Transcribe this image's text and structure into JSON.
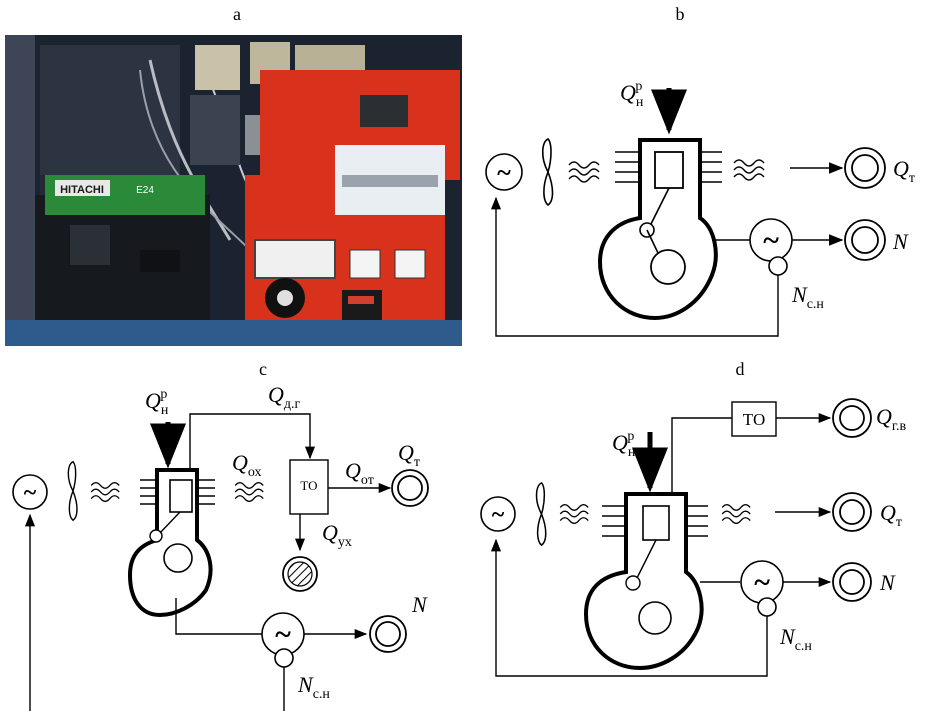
{
  "panels": {
    "a": {
      "title": "a"
    },
    "b": {
      "title": "b"
    },
    "c": {
      "title": "c"
    },
    "d": {
      "title": "d"
    }
  },
  "photo": {
    "brand": "HITACHI",
    "model": "E24"
  },
  "labels": {
    "Q": "Q",
    "N": "N",
    "sub_n": "н",
    "sup_p": "р",
    "sub_t": "т",
    "sub_dg": "д.г",
    "sub_ox": "ох",
    "sub_ot": "от",
    "sub_ux": "ух",
    "sub_gv": "г.в",
    "sub_cn": "с.н",
    "to": "ТО",
    "gen": "~"
  },
  "colors": {
    "line": "#000000",
    "photo_dark": "#1b2230",
    "cabinet_red": "#d8321c",
    "generator_green": "#2a8a3a"
  }
}
